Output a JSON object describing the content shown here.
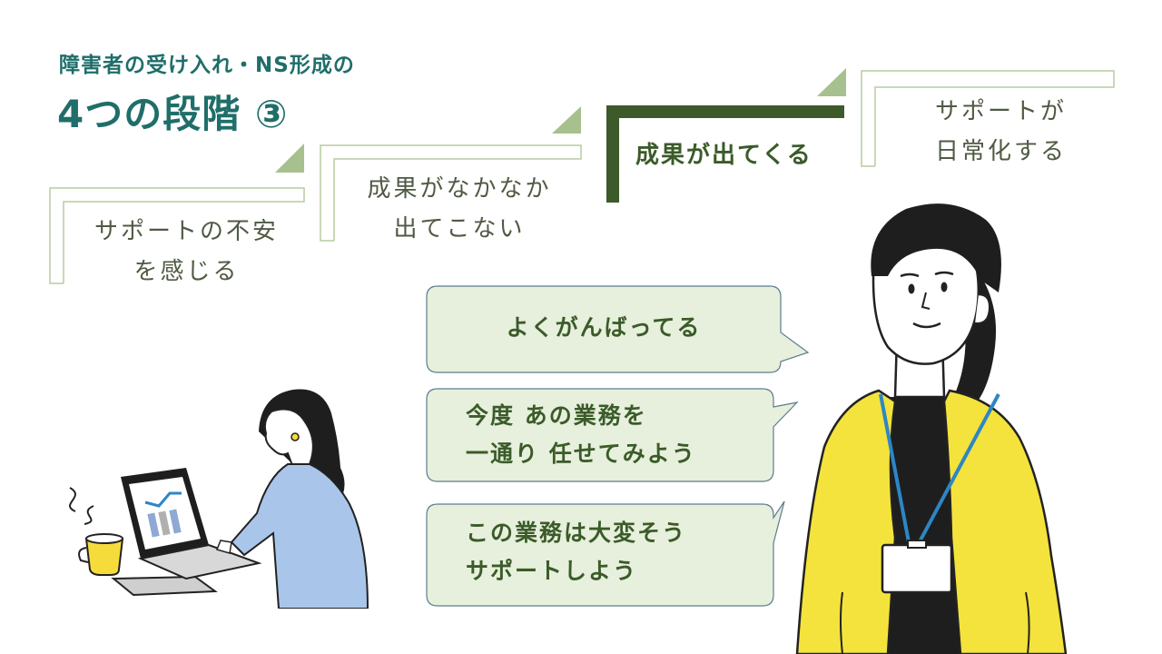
{
  "header": {
    "subtitle": "障害者の受け入れ・NS形成の",
    "title": "4つの段階 ③"
  },
  "steps": [
    {
      "line1": "サポートの不安",
      "line2": "を感じる",
      "active": false
    },
    {
      "line1": "成果がなかなか",
      "line2": "出てこない",
      "active": false
    },
    {
      "line1": "成果が出てくる",
      "line2": "",
      "active": true
    },
    {
      "line1": "サポートが",
      "line2": "日常化する",
      "active": false
    }
  ],
  "bubbles": [
    {
      "line1": "よくがんばってる",
      "line2": ""
    },
    {
      "line1": "今度 あの業務を",
      "line2": "一通り 任せてみよう"
    },
    {
      "line1": "この業務は大変そう",
      "line2": "サポートしよう"
    }
  ],
  "colors": {
    "title": "#1f6e6a",
    "step_border": "#b7cba0",
    "step_active": "#3d5a2a",
    "bubble_fill": "#e7f0dc",
    "bubble_stroke": "#5c7b8f",
    "bubble_text": "#3b5b2a",
    "jacket_yellow": "#f4e33c",
    "lanyard_blue": "#2d86c5",
    "shirt_blue": "#a9c6ea"
  },
  "illustrations": {
    "worker": "woman-at-laptop-illustration",
    "supervisor": "woman-with-id-badge-illustration"
  }
}
